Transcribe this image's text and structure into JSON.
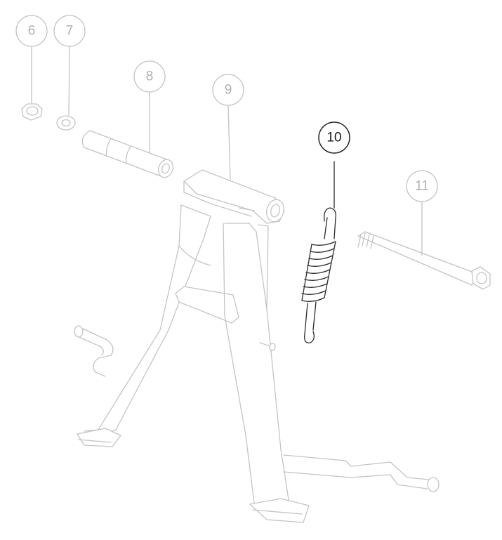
{
  "callouts": [
    {
      "id": "part-6",
      "label": "6",
      "highlighted": false
    },
    {
      "id": "part-7",
      "label": "7",
      "highlighted": false
    },
    {
      "id": "part-8",
      "label": "8",
      "highlighted": false
    },
    {
      "id": "part-9",
      "label": "9",
      "highlighted": false
    },
    {
      "id": "part-10",
      "label": "10",
      "highlighted": true
    },
    {
      "id": "part-11",
      "label": "11",
      "highlighted": false
    }
  ],
  "colors": {
    "faded": "#c4c4c4",
    "highlight": "#2b2b2b",
    "background": "#ffffff"
  }
}
